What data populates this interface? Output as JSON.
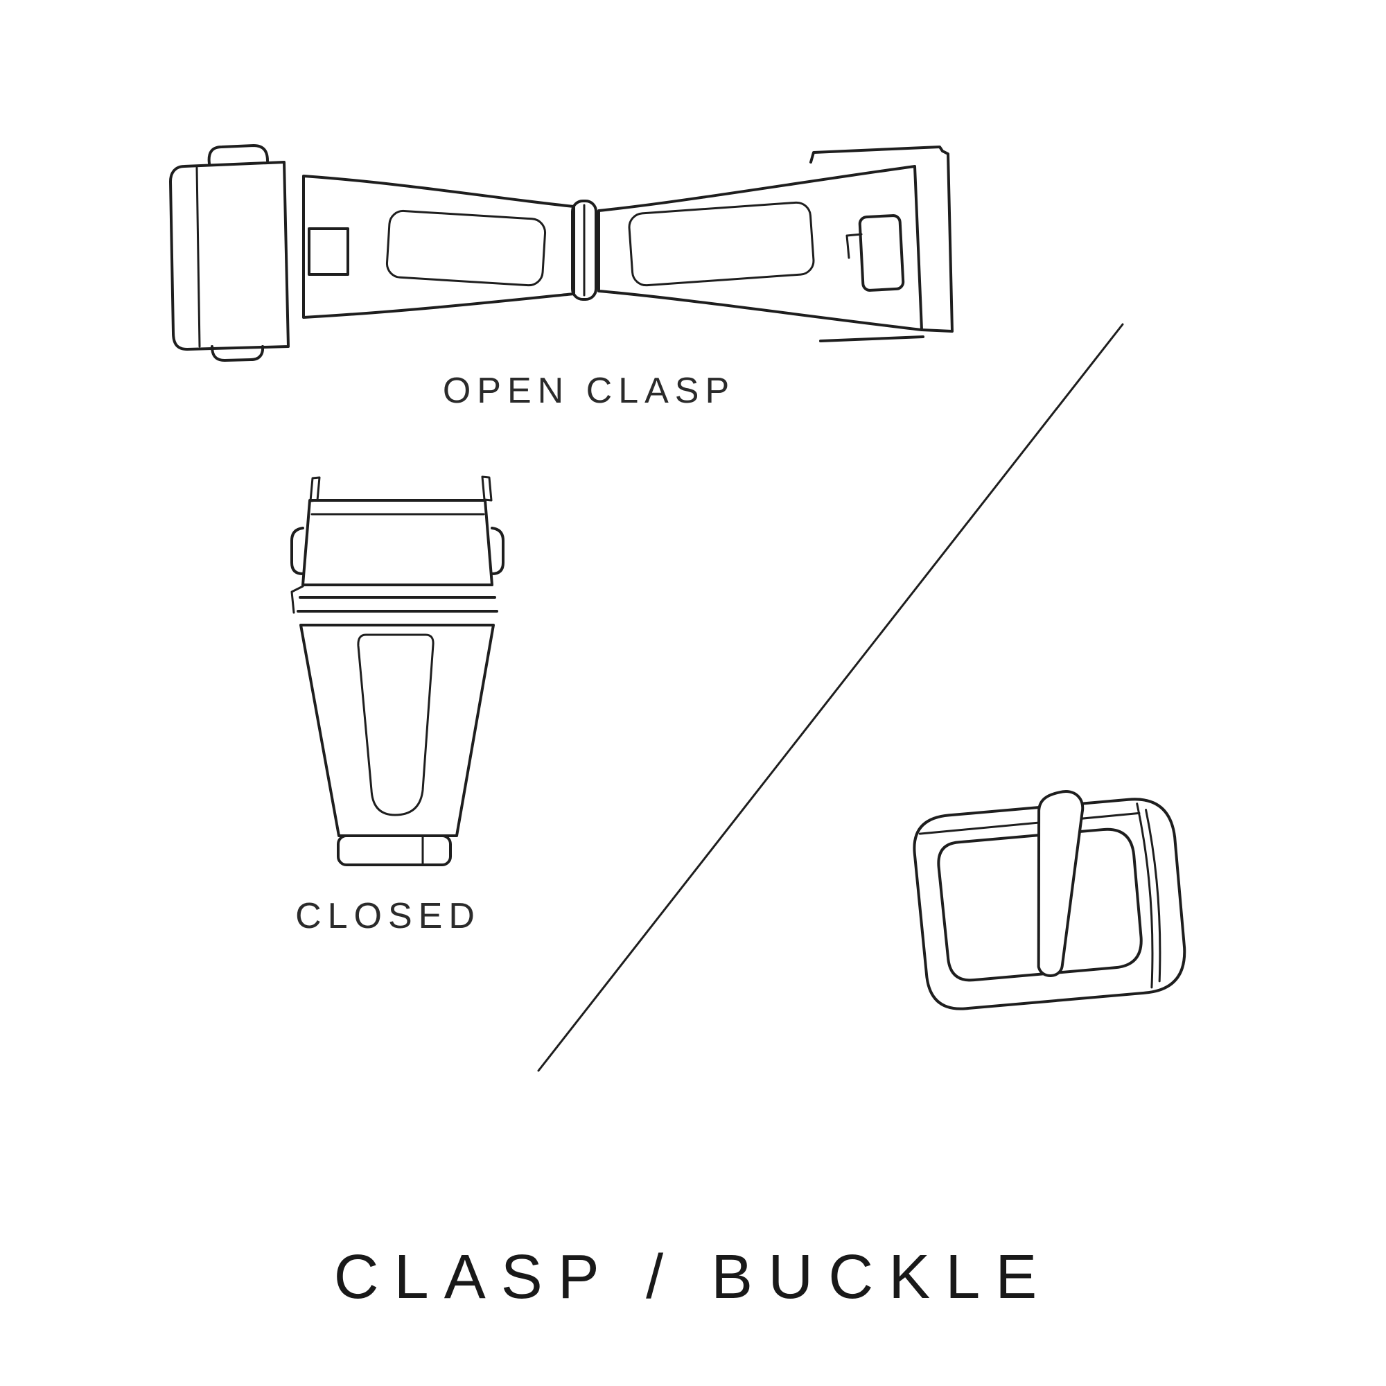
{
  "labels": {
    "open_clasp": "OPEN CLASP",
    "closed": "CLOSED"
  },
  "title": "CLASP / BUCKLE",
  "colors": {
    "background": "#ffffff",
    "line": "#1e1e1e",
    "text": "#2b2b2b"
  },
  "illustrations": [
    {
      "name": "open-clasp-illustration",
      "caption": "OPEN CLASP"
    },
    {
      "name": "closed-clasp-illustration",
      "caption": "CLOSED"
    },
    {
      "name": "buckle-illustration",
      "caption": ""
    }
  ]
}
